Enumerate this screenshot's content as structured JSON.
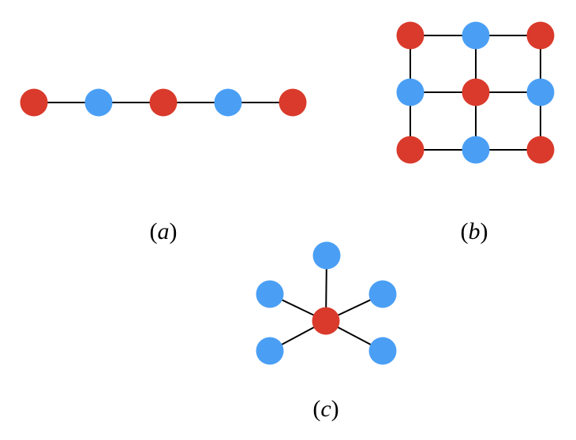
{
  "colors": {
    "red_node": "#D93A2B",
    "blue_node": "#4A9FF5",
    "edge": "#000000",
    "background": "#FFFFFF"
  },
  "panels": [
    {
      "id": "a",
      "caption_letter": "a",
      "graph": "path",
      "node_colors": [
        "red",
        "blue",
        "red",
        "blue",
        "red"
      ]
    },
    {
      "id": "b",
      "caption_letter": "b",
      "graph": "grid-3x3",
      "node_colors": [
        "red",
        "blue",
        "red",
        "blue",
        "red",
        "blue",
        "red",
        "blue",
        "red"
      ]
    },
    {
      "id": "c",
      "caption_letter": "c",
      "graph": "star",
      "center_color": "red",
      "leaf_colors": [
        "blue",
        "blue",
        "blue",
        "blue",
        "blue"
      ]
    }
  ]
}
